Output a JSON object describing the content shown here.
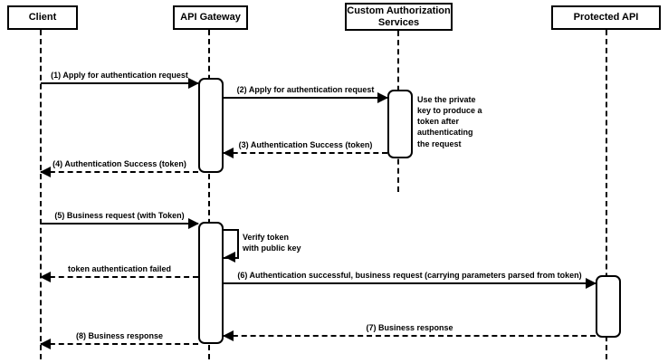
{
  "diagram_type": "sequence-diagram",
  "actors": [
    {
      "id": "client",
      "label": "Client"
    },
    {
      "id": "api-gateway",
      "label": "API Gateway"
    },
    {
      "id": "custom-auth",
      "label": "Custom Authorization\nServices"
    },
    {
      "id": "protected-api",
      "label": "Protected API"
    }
  ],
  "messages": [
    {
      "label": "(1) Apply for authentication request",
      "from": "Client",
      "to": "API Gateway",
      "line": "solid"
    },
    {
      "label": "(2) Apply for authentication request",
      "from": "API Gateway",
      "to": "Custom Authorization Services",
      "line": "solid"
    },
    {
      "label": "(3) Authentication Success (token)",
      "from": "Custom Authorization Services",
      "to": "API Gateway",
      "line": "dashed"
    },
    {
      "label": "(4) Authentication Success (token)",
      "from": "API Gateway",
      "to": "Client",
      "line": "dashed"
    },
    {
      "label": "(5) Business request (with Token)",
      "from": "Client",
      "to": "API Gateway",
      "line": "solid"
    },
    {
      "label": "Verify token\nwith public key",
      "from": "API Gateway",
      "to": "API Gateway",
      "line": "solid-self"
    },
    {
      "label": "token authentication failed",
      "from": "API Gateway",
      "to": "Client",
      "line": "dashed"
    },
    {
      "label": "(6) Authentication successful, business request (carrying parameters parsed from token)",
      "from": "API Gateway",
      "to": "Protected API",
      "line": "solid"
    },
    {
      "label": "(7) Business response",
      "from": "Protected API",
      "to": "API Gateway",
      "line": "dashed"
    },
    {
      "label": "(8) Business response",
      "from": "API Gateway",
      "to": "Client",
      "line": "dashed"
    }
  ],
  "note": {
    "label": "Use the private\nkey to produce a\ntoken after\nauthenticating\nthe request"
  },
  "colors": {
    "line": "#000000",
    "background": "#ffffff",
    "box_fill": "#ffffff"
  }
}
